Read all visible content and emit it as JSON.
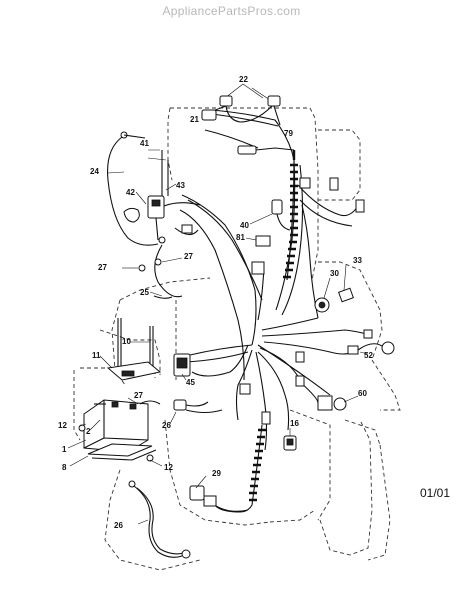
{
  "header": {
    "watermark": "AppliancePartsPros.com"
  },
  "footer": {
    "revision": "01/01"
  },
  "callouts": {
    "c22": "22",
    "c21": "21",
    "c79": "79",
    "c41": "41",
    "c24": "24",
    "c42": "42",
    "c43": "43",
    "c40": "40",
    "c81": "81",
    "c27a": "27",
    "c27b": "27",
    "c25": "25",
    "c30": "30",
    "c33": "33",
    "c10": "10",
    "c11": "11",
    "c52": "52",
    "c45": "45",
    "c60": "60",
    "c27c": "27",
    "c12a": "12",
    "c2": "2",
    "c1": "1",
    "c8": "8",
    "c26a": "26",
    "c12b": "12",
    "c16": "16",
    "c29": "29",
    "c26b": "26"
  }
}
